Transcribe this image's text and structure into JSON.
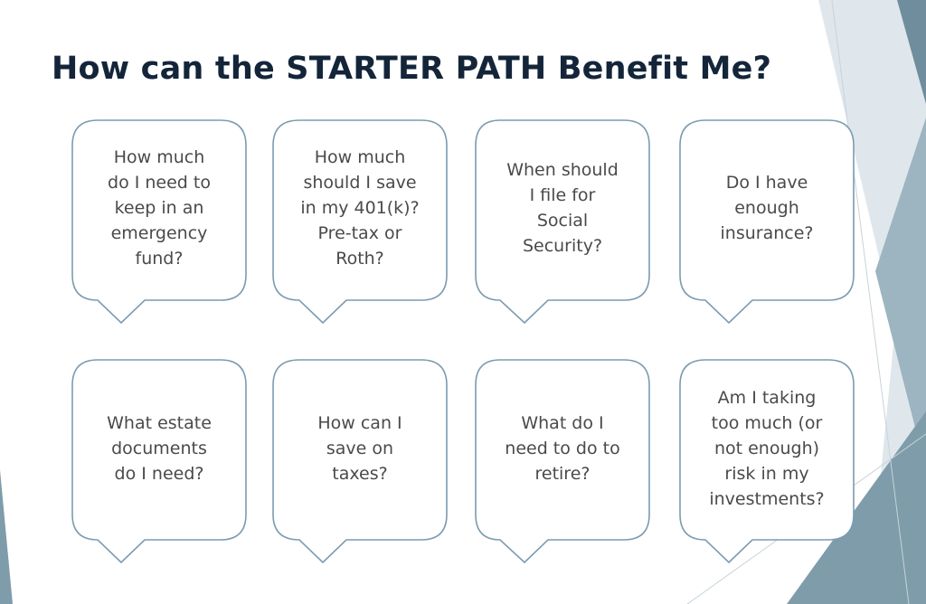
{
  "slide": {
    "title": "How can the STARTER PATH Benefit Me?",
    "colors": {
      "title": "#14253a",
      "bubble_border": "#7c9bb0",
      "bubble_text": "#4a4a4a",
      "accent_dark": "#6f8d9d",
      "accent_light": "#9db4c1"
    },
    "bubbles": [
      {
        "text": "How much\ndo I need to\nkeep in an\nemergency\nfund?"
      },
      {
        "text": "How much\nshould I save\nin my 401(k)?\nPre-tax or\nRoth?"
      },
      {
        "text": "When should\nI file for\nSocial\nSecurity?"
      },
      {
        "text": "Do I have\nenough\ninsurance?"
      },
      {
        "text": "What estate\ndocuments\ndo I need?"
      },
      {
        "text": "How can I\nsave on\ntaxes?"
      },
      {
        "text": "What do I\nneed to do to\nretire?"
      },
      {
        "text": "Am I taking\ntoo much (or\nnot enough)\nrisk in my\ninvestments?"
      }
    ]
  }
}
